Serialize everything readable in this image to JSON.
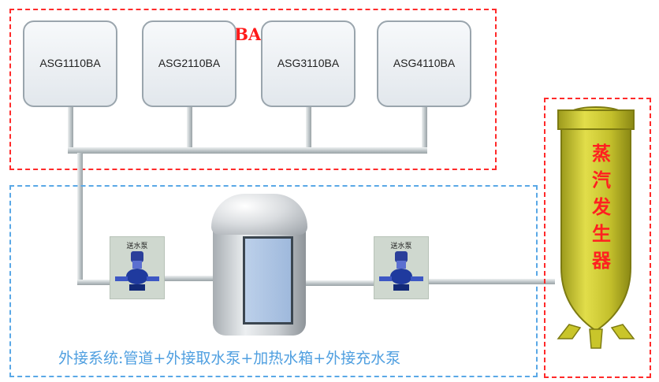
{
  "water_source": {
    "title": "ASGi110BA系统水源",
    "units": [
      "ASG1110BA",
      "ASG2110BA",
      "ASG3110BA",
      "ASG4110BA"
    ]
  },
  "external_system": {
    "caption": "外接系统:管道+外接取水泵+加热水箱+外接充水泵",
    "pump_labels": [
      "送水泵",
      "送水泵"
    ]
  },
  "steam_generator": {
    "label_chars": [
      "蒸",
      "汽",
      "发",
      "生",
      "器"
    ]
  },
  "colors": {
    "red_frame": "#ff2a2a",
    "blue_frame": "#5aa8e6",
    "caption_blue": "#4f9fe0",
    "generator_yellow": "#c9c52a"
  }
}
